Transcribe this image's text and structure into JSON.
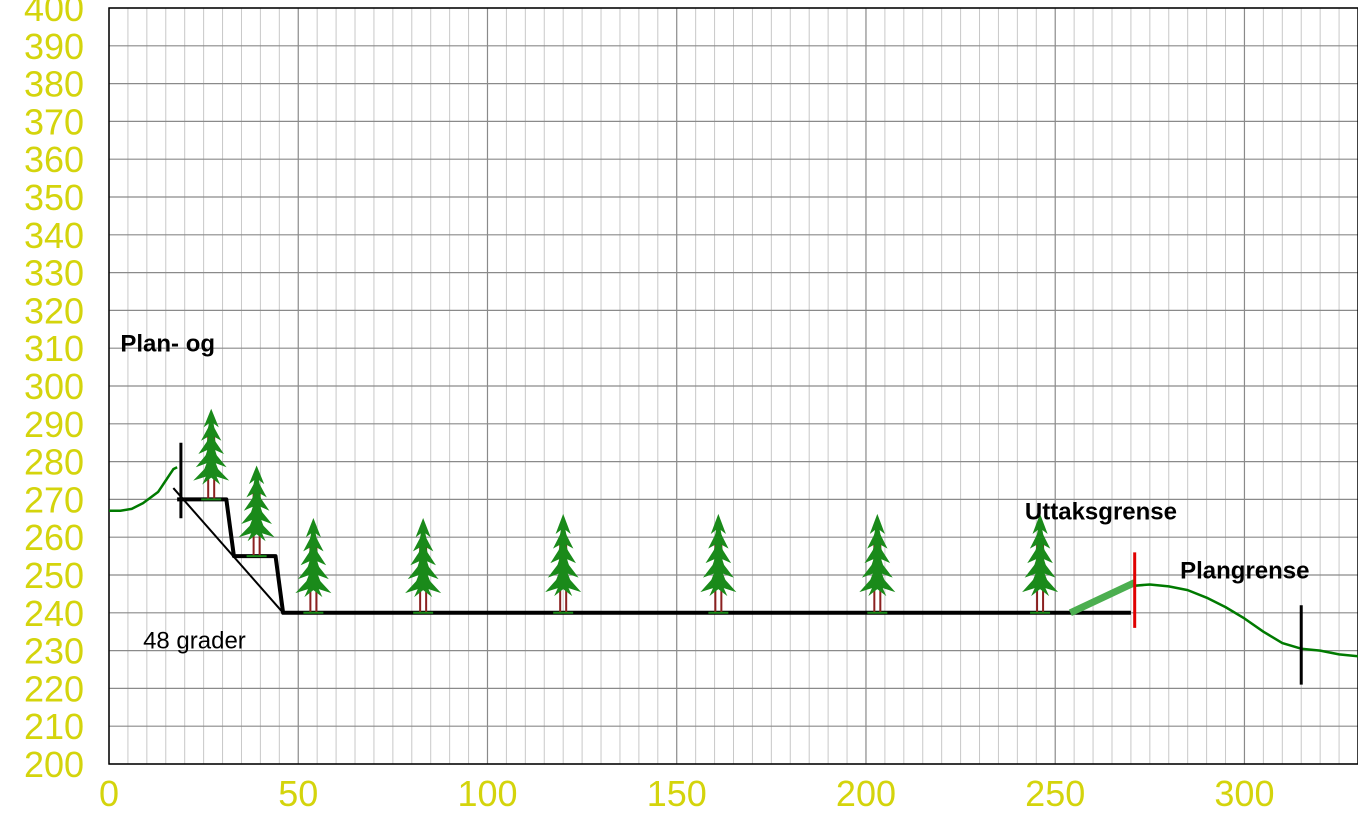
{
  "chart_data": {
    "type": "line",
    "title": "",
    "xlabel": "",
    "ylabel": "",
    "xlim": [
      0,
      330
    ],
    "ylim": [
      200,
      400
    ],
    "x_ticks": [
      "0",
      "50",
      "100",
      "150",
      "200",
      "250",
      "300"
    ],
    "y_ticks": [
      "200",
      "210",
      "220",
      "230",
      "240",
      "250",
      "260",
      "270",
      "280",
      "290",
      "300",
      "310",
      "320",
      "330",
      "340",
      "350",
      "360",
      "370",
      "380",
      "390",
      "400"
    ],
    "grid": true,
    "series": [
      {
        "color": "#007a00",
        "style": "terrain-left",
        "x": [
          0,
          3,
          6,
          9,
          11,
          13,
          14,
          15,
          16,
          17,
          18
        ],
        "y": [
          267,
          267,
          267.5,
          269,
          270.5,
          272,
          273.5,
          275,
          276.5,
          278,
          278.5
        ]
      },
      {
        "color": "#000000",
        "style": "benched-cut",
        "x": [
          18,
          19,
          31,
          33,
          37,
          40,
          44,
          46,
          270
        ],
        "y": [
          270,
          270,
          270,
          255,
          255,
          255,
          255,
          240,
          240
        ]
      },
      {
        "color": "#000000",
        "style": "slope-line",
        "x": [
          17,
          46
        ],
        "y": [
          273,
          240
        ]
      },
      {
        "color": "#007a00",
        "style": "terrain-right",
        "x": [
          269,
          275,
          280,
          285,
          290,
          295,
          300,
          305,
          310,
          315,
          320,
          325,
          330
        ],
        "y": [
          247,
          247.5,
          247,
          246,
          244,
          241.5,
          238.5,
          235,
          232,
          230.5,
          230,
          229,
          228.5
        ]
      },
      {
        "color": "#4caf50",
        "style": "thick-slope",
        "x": [
          254,
          271
        ],
        "y": [
          240,
          248
        ]
      }
    ],
    "markers": [
      {
        "kind": "black-vertical",
        "x": 19,
        "y_from": 265,
        "y_to": 285
      },
      {
        "kind": "red-vertical",
        "x": 271,
        "y_from": 236,
        "y_to": 256
      },
      {
        "kind": "black-vertical",
        "x": 315,
        "y_from": 221,
        "y_to": 242
      }
    ],
    "trees": [
      {
        "x": 27,
        "y_base": 270,
        "height": 22
      },
      {
        "x": 39,
        "y_base": 255,
        "height": 22
      },
      {
        "x": 54,
        "y_base": 240,
        "height": 23
      },
      {
        "x": 83,
        "y_base": 240,
        "height": 23
      },
      {
        "x": 120,
        "y_base": 240,
        "height": 24
      },
      {
        "x": 161,
        "y_base": 240,
        "height": 24
      },
      {
        "x": 203,
        "y_base": 240,
        "height": 24
      },
      {
        "x": 246,
        "y_base": 240,
        "height": 24
      }
    ],
    "annotations": [
      {
        "text": "Plan- og",
        "x": 3,
        "y": 311.5,
        "style": "bold"
      },
      {
        "text": "48 grader",
        "x": 9,
        "y": 233,
        "style": "plain"
      },
      {
        "text": "Uttaksgrense",
        "x": 242,
        "y": 267,
        "style": "bold"
      },
      {
        "text": "Plangrense",
        "x": 283,
        "y": 251.5,
        "style": "bold"
      }
    ]
  }
}
